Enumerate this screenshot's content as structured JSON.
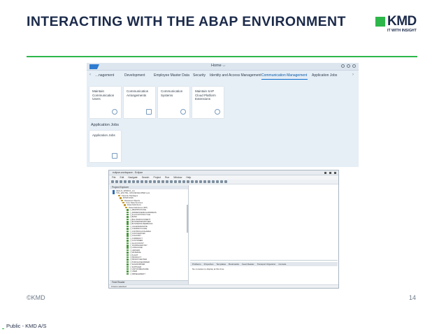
{
  "slide": {
    "title": "INTERACTING WITH THE ABAP ENVIRONMENT",
    "copyright": "©KMD",
    "page_number": "14",
    "classification": "Public - KMD A/S"
  },
  "logo": {
    "wordmark": "KMD",
    "tagline": "IT WITH INSIGHT",
    "accent_color": "#2db74a"
  },
  "fiori": {
    "shell_title": "Home ⌵",
    "tabs": [
      {
        "label": "…nagement",
        "active": false
      },
      {
        "label": "Development",
        "active": false
      },
      {
        "label": "Employee Master Data",
        "active": false
      },
      {
        "label": "Security",
        "active": false
      },
      {
        "label": "Identity and Access Management",
        "active": false
      },
      {
        "label": "Communication Management",
        "active": true
      },
      {
        "label": "Application Jobs",
        "active": false
      }
    ],
    "tiles": [
      {
        "label": "Maintain Communication Users",
        "icon": "user-settings-icon"
      },
      {
        "label": "Communication Arrangements",
        "icon": "connection-icon"
      },
      {
        "label": "Communication Systems",
        "icon": "globe-icon"
      },
      {
        "label": "Maintain SAP Cloud Platform Extensions",
        "icon": "extension-icon"
      }
    ],
    "group_title": "Application Jobs",
    "group_tile": {
      "label": "Application Jobs",
      "icon": "calendar-icon"
    }
  },
  "eclipse": {
    "window_title": "eclipse-workspace - Eclipse",
    "menu": [
      "File",
      "Edit",
      "Navigate",
      "Search",
      "Project",
      "Run",
      "Window",
      "Help"
    ],
    "project_tab": "Project Explorer",
    "tree": [
      {
        "label": "HELLO_WORLD_xxx",
        "kind": "sys"
      },
      {
        "label": "TRL_EN [TRL, 100] DEVELOPER (en)",
        "kind": "sys"
      },
      {
        "label": "Favorite Packages",
        "kind": "pkg"
      },
      {
        "label": "$TMP-KMD",
        "kind": "pkg"
      },
      {
        "label": "Released Objects",
        "kind": "pkg"
      },
      {
        "label": "Core Data Services",
        "kind": "pkg"
      },
      {
        "label": "Data Definitions",
        "kind": "pkg"
      },
      {
        "label": "Data Definitions (387)",
        "kind": "pkg"
      },
      {
        "label": "I_ABAPPACKAGE",
        "kind": "obj"
      },
      {
        "label": "I_ADDRESSEMAILADDRESS",
        "kind": "obj"
      },
      {
        "label": "I_ALLOCATIONCYCLE",
        "kind": "obj"
      },
      {
        "label": "I_BANK",
        "kind": "obj"
      },
      {
        "label": "I_BILLINGDOCUMENT",
        "kind": "obj"
      },
      {
        "label": "I_BUSINESSPARTNER",
        "kind": "obj"
      },
      {
        "label": "I_BUSINESSUSERBASIC",
        "kind": "obj"
      },
      {
        "label": "I_CALENDARDATE",
        "kind": "obj"
      },
      {
        "label": "I_COMPANYCODE",
        "kind": "obj"
      },
      {
        "label": "I_CONTROLLINGAREA",
        "kind": "obj"
      },
      {
        "label": "I_COSTCENTER",
        "kind": "obj"
      },
      {
        "label": "I_COUNTRY",
        "kind": "obj"
      },
      {
        "label": "I_CURRENCY",
        "kind": "obj"
      },
      {
        "label": "I_CUSTOMER",
        "kind": "obj"
      },
      {
        "label": "I_GLACCOUNT",
        "kind": "obj"
      },
      {
        "label": "I_JOURNALENTRY",
        "kind": "obj"
      },
      {
        "label": "I_LANGUAGE",
        "kind": "obj"
      },
      {
        "label": "I_LEDGER",
        "kind": "obj"
      },
      {
        "label": "I_MATERIAL",
        "kind": "obj"
      },
      {
        "label": "I_PLANT",
        "kind": "obj"
      },
      {
        "label": "I_PRODUCT",
        "kind": "obj"
      },
      {
        "label": "I_PROFITCENTER",
        "kind": "obj"
      },
      {
        "label": "I_PURCHASEORDER",
        "kind": "obj"
      },
      {
        "label": "I_SALESORDER",
        "kind": "obj"
      },
      {
        "label": "I_SUPPLIER",
        "kind": "obj"
      },
      {
        "label": "I_UNITOFMEASURE",
        "kind": "obj"
      },
      {
        "label": "I_USER",
        "kind": "obj"
      },
      {
        "label": "I_WBSELEMENT",
        "kind": "obj"
      }
    ],
    "feed_tab": "Feed Reader",
    "feed_text": "No feeds to show available",
    "bottom_tabs": [
      "Problems",
      "Properties",
      "Templates",
      "Bookmarks",
      "Feed Reader",
      "Transport Organizer",
      "Console"
    ],
    "bottom_text": "No consoles to display at this time.",
    "status_text": "0 items selected"
  }
}
